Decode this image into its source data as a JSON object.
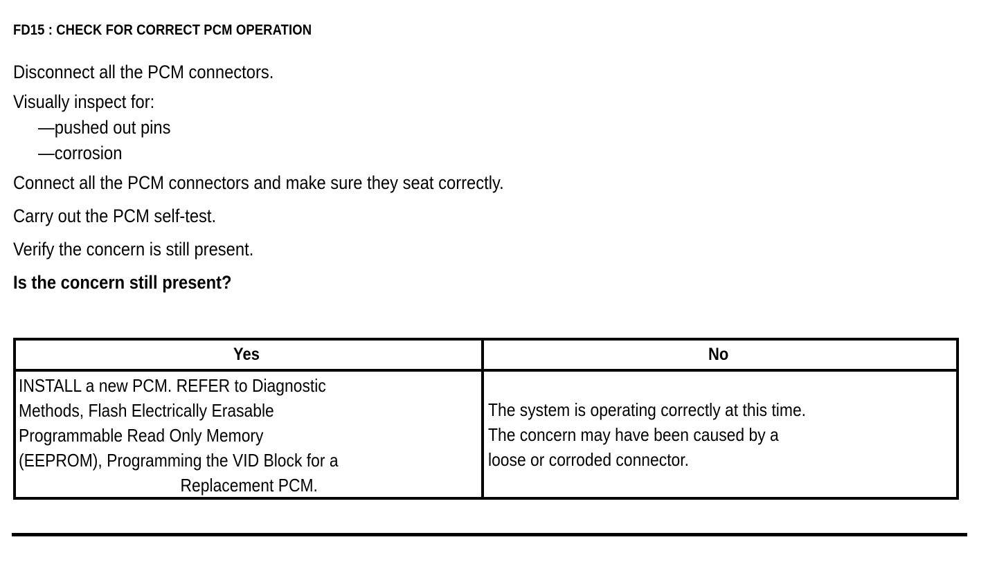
{
  "document": {
    "title": "FD15 : CHECK FOR CORRECT PCM OPERATION",
    "steps": [
      {
        "text": "Disconnect all the PCM connectors.",
        "style": "normal"
      },
      {
        "text": "Visually inspect for:",
        "style": "normal"
      },
      {
        "text": "—pushed out pins",
        "style": "sub"
      },
      {
        "text": "—corrosion",
        "style": "sub"
      },
      {
        "text": "Connect all the PCM connectors and make sure they seat correctly.",
        "style": "normal"
      },
      {
        "text": "Carry out the PCM self-test.",
        "style": "normal"
      },
      {
        "text": "Verify the concern is still present.",
        "style": "normal"
      },
      {
        "text": "Is the concern still present?",
        "style": "bold"
      }
    ]
  },
  "decision_table": {
    "headers": {
      "yes": "Yes",
      "no": "No"
    },
    "cells": {
      "yes": {
        "full_text": "INSTALL a new PCM. REFER to Diagnostic Methods, Flash Electrically Erasable Programmable Read Only Memory (EEPROM), Programming the VID Block for a Replacement PCM.",
        "lines": [
          "INSTALL a new PCM. REFER to Diagnostic",
          "Methods, Flash Electrically Erasable",
          "Programmable Read Only Memory",
          "(EEPROM), Programming the VID Block for a",
          "Replacement PCM."
        ]
      },
      "no": {
        "full_text": "The system is operating correctly at this time. The concern may have been caused by a loose or corroded connector.",
        "lines": [
          "The system is operating correctly at this time.",
          "The concern may have been caused by a",
          "loose or corroded connector."
        ]
      }
    }
  },
  "colors": {
    "ink": "#000000",
    "paper": "#ffffff"
  }
}
